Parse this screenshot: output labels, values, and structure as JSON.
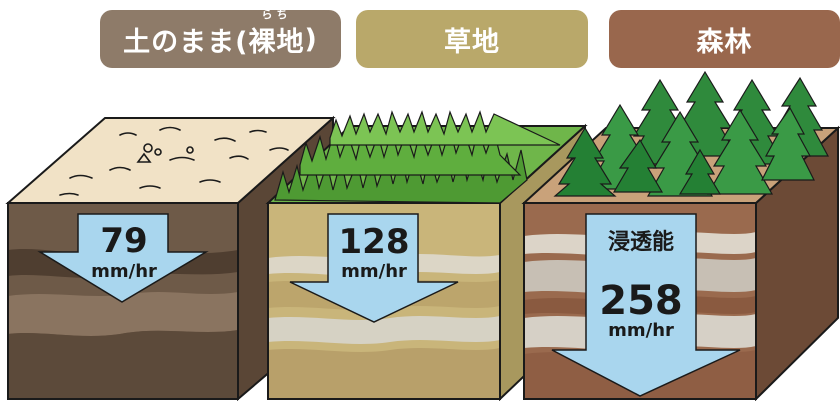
{
  "colors": {
    "bare_label": "#8e7b69",
    "grass_label": "#b9a86a",
    "forest_label": "#99674d",
    "arrow": "#a9d6ee",
    "outline": "#1a1a1a"
  },
  "labels": {
    "bare": {
      "text_before": "土のまま(",
      "ruby_base": "裸地",
      "ruby_reading": "らち",
      "text_after": ")"
    },
    "grassland": "草地",
    "forest": "森林"
  },
  "blocks": {
    "bare": {
      "value": "79",
      "unit": "mm/hr"
    },
    "grassland": {
      "value": "128",
      "unit": "mm/hr"
    },
    "forest": {
      "caption": "浸透能",
      "value": "258",
      "unit": "mm/hr"
    }
  }
}
